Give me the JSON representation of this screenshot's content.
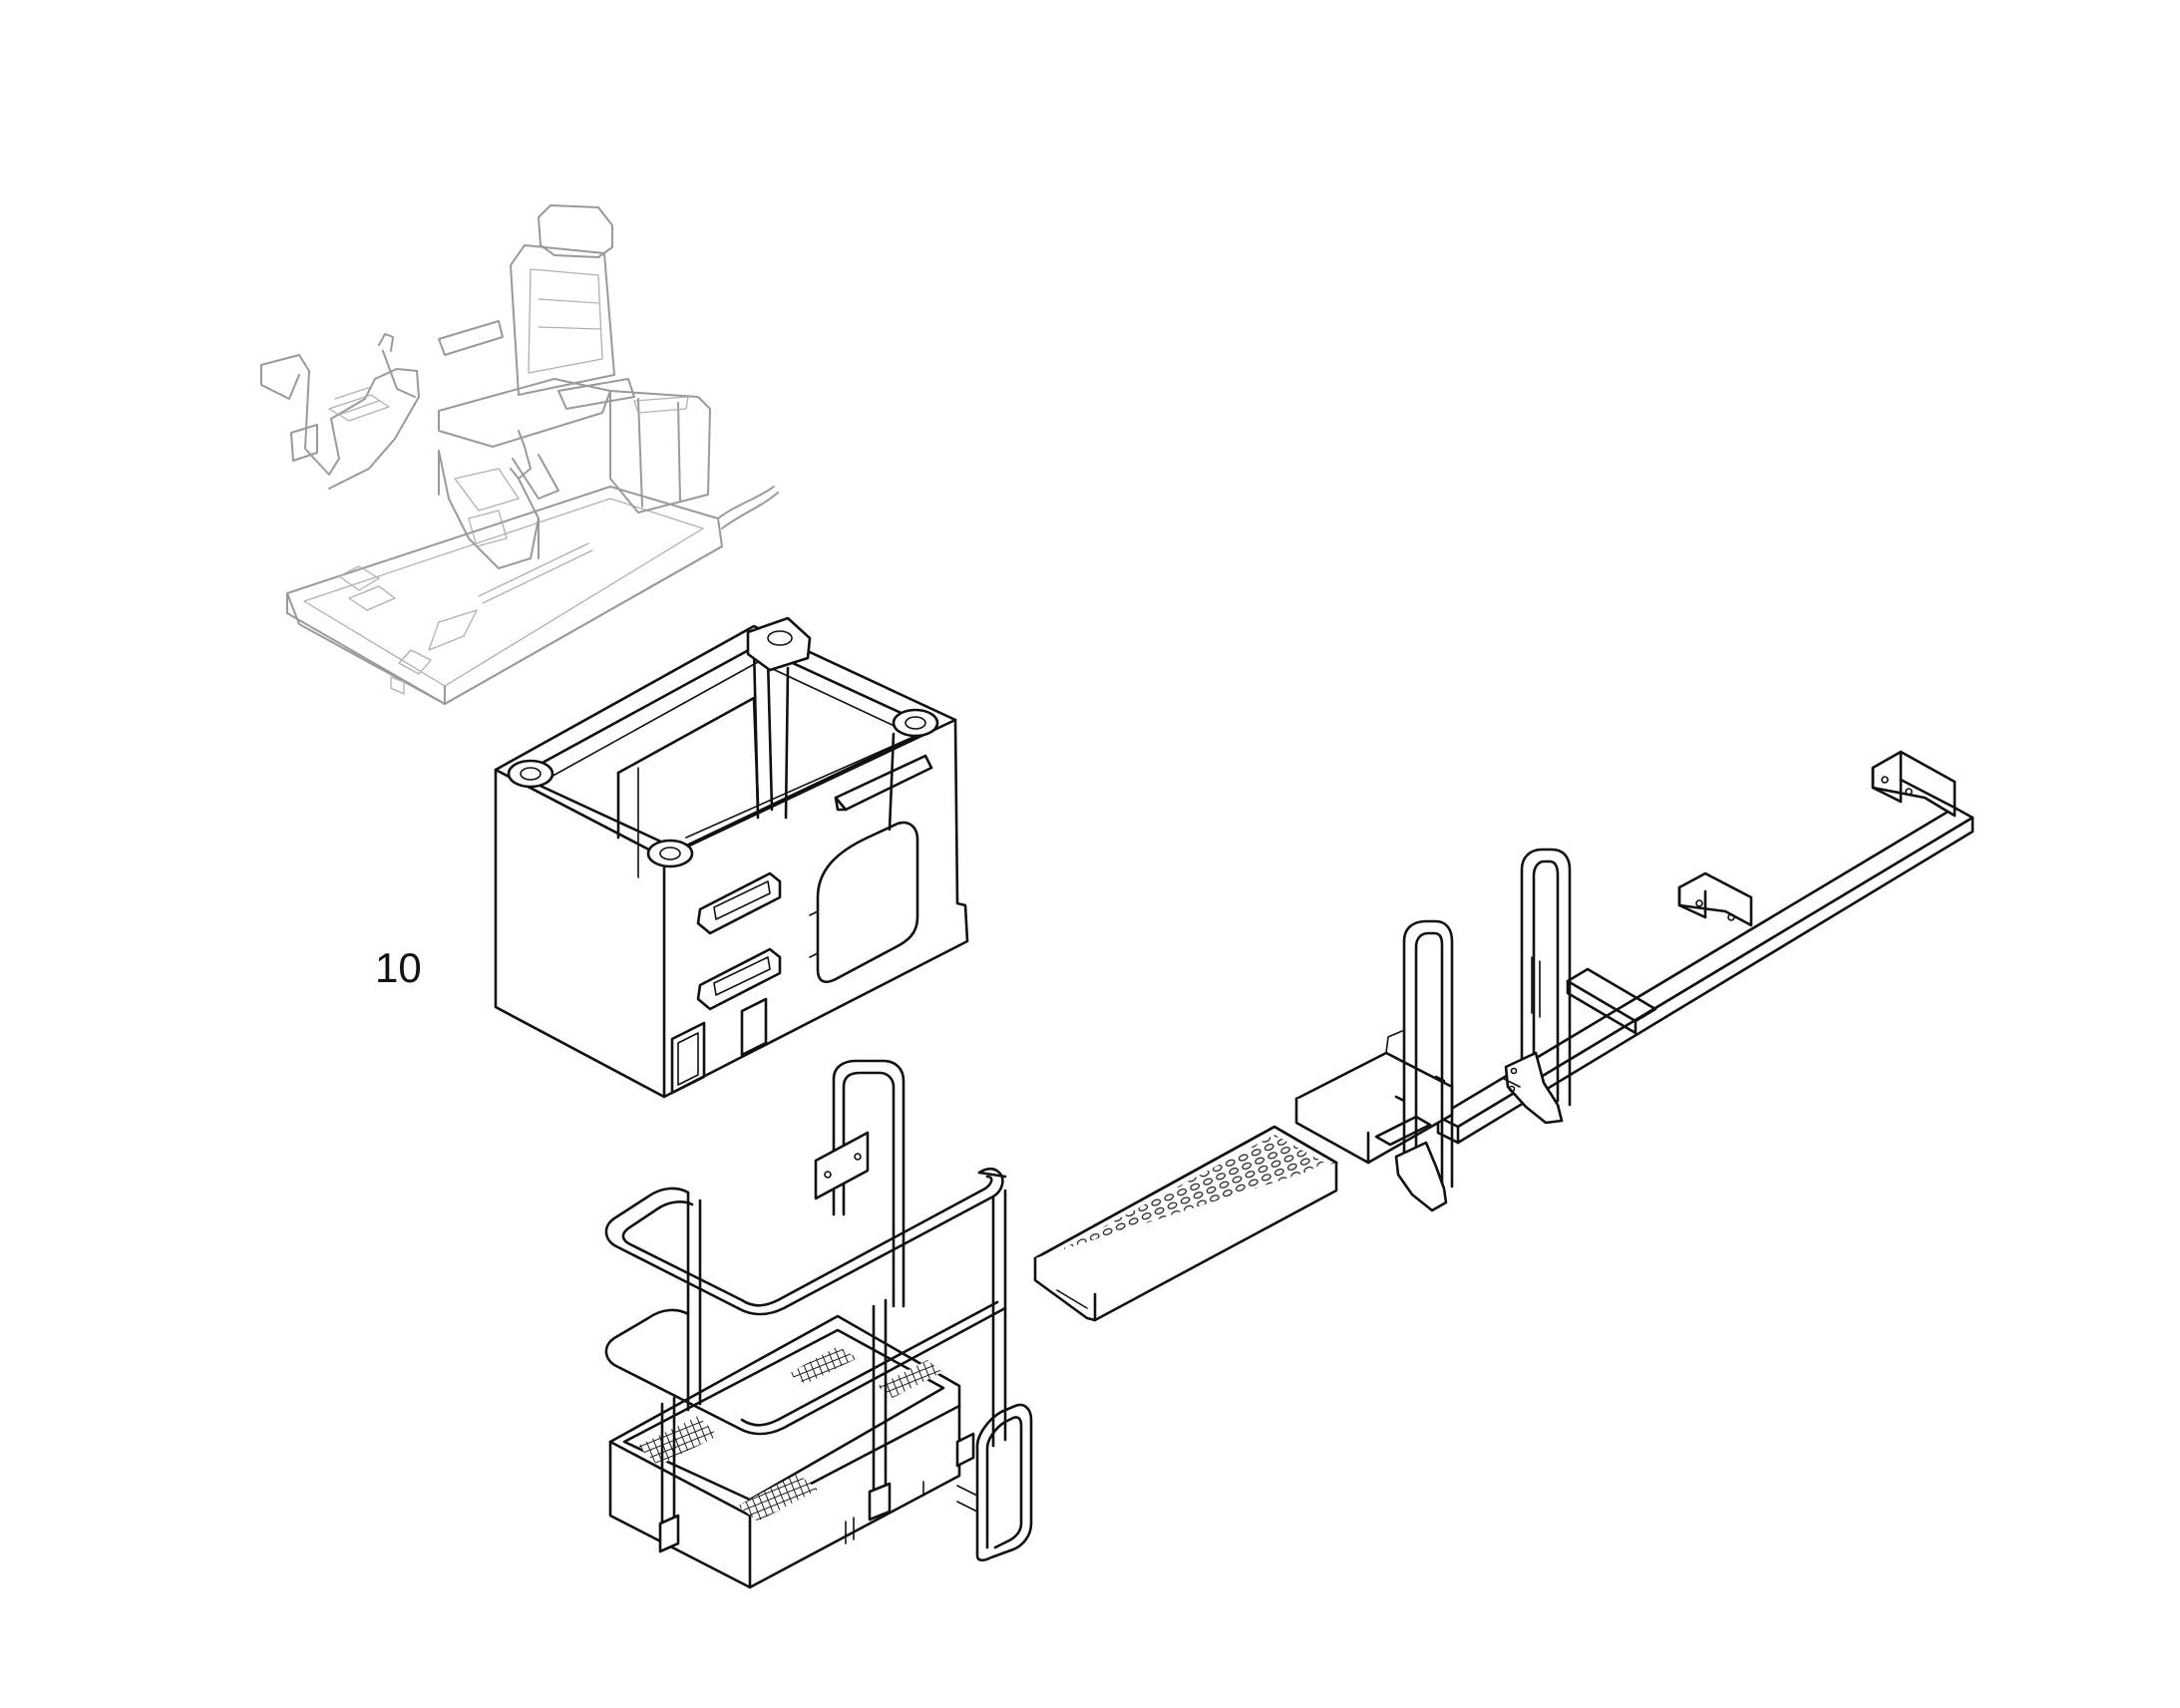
{
  "diagram": {
    "part_labels": [
      {
        "id": "10",
        "text": "10"
      }
    ],
    "colors": {
      "line": "#111111",
      "ghost_context": "#9a9a9a",
      "background": "#ffffff"
    },
    "components": [
      "operator-seat-console-ghost",
      "cab-base-frame",
      "platform-with-handrails",
      "grated-step",
      "side-rail-with-handles"
    ]
  }
}
